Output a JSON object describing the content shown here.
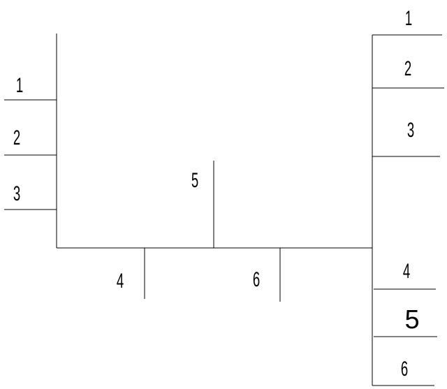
{
  "left_column": {
    "labels": [
      "1",
      "2",
      "3"
    ]
  },
  "center_structure": {
    "top_marker": "5",
    "bottom_left_marker": "4",
    "bottom_right_marker": "6"
  },
  "right_column": {
    "top_labels": [
      "1",
      "2",
      "3"
    ],
    "bottom_labels": [
      "4",
      "5",
      "6"
    ]
  },
  "colors": {
    "line": "#000000",
    "background": "#ffffff"
  }
}
